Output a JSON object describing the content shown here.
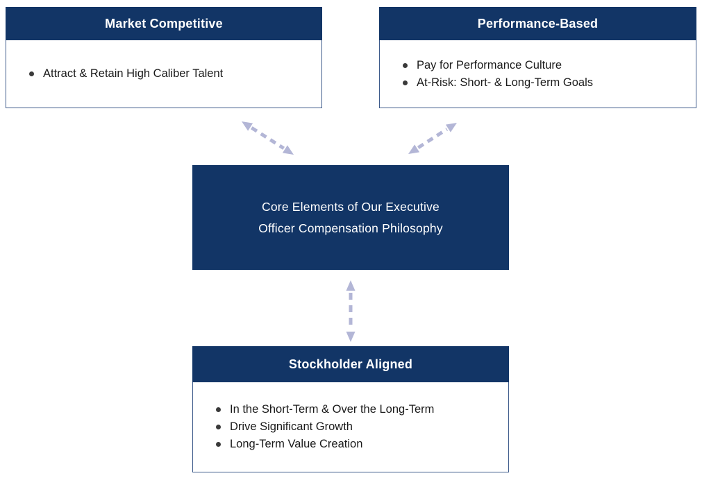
{
  "diagram": {
    "boxes": {
      "market": {
        "title": "Market Competitive",
        "bullets": [
          "Attract & Retain High Caliber Talent"
        ]
      },
      "performance": {
        "title": "Performance-Based",
        "bullets": [
          "Pay for Performance Culture",
          "At-Risk: Short- & Long-Term Goals"
        ]
      },
      "core": {
        "line1": "Core Elements of Our Executive",
        "line2": "Officer Compensation Philosophy"
      },
      "stockholder": {
        "title": "Stockholder Aligned",
        "bullets": [
          "In the Short-Term & Over the Long-Term",
          "Drive Significant Growth",
          "Long-Term Value Creation"
        ]
      }
    },
    "colors": {
      "navy": "#123566",
      "arrow_lavender": "#b3b6d6",
      "body_text": "#1a1a1a",
      "box_border": "#3d5a8a"
    }
  }
}
